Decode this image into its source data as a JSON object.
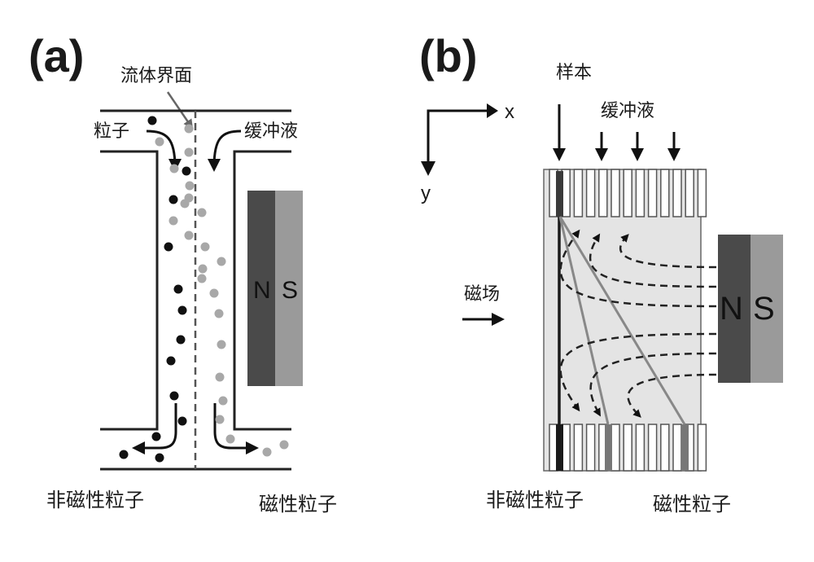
{
  "panel_a": {
    "label": "(a)",
    "interface_label": "流体界面",
    "particles_label": "粒子",
    "buffer_label": "缓冲液",
    "magnet": {
      "north": "N",
      "south": "S",
      "north_color": "#4a4a4a",
      "south_color": "#9a9a9a"
    },
    "outlet_left_label": "非磁性粒子",
    "outlet_right_label": "磁性粒子"
  },
  "panel_b": {
    "label": "(b)",
    "sample_label": "样本",
    "buffer_label": "缓冲液",
    "axis_x": "x",
    "axis_y": "y",
    "field_label": "磁场",
    "magnet": {
      "north": "N",
      "south": "S",
      "north_color": "#4a4a4a",
      "south_color": "#9a9a9a"
    },
    "outlet_left_label": "非磁性粒子",
    "outlet_right_label": "磁性粒子",
    "chamber_color": "#e4e4e4"
  },
  "colors": {
    "nonmagnetic_particle": "#111111",
    "magnetic_particle": "#a8a8a8",
    "line": "#222222"
  }
}
